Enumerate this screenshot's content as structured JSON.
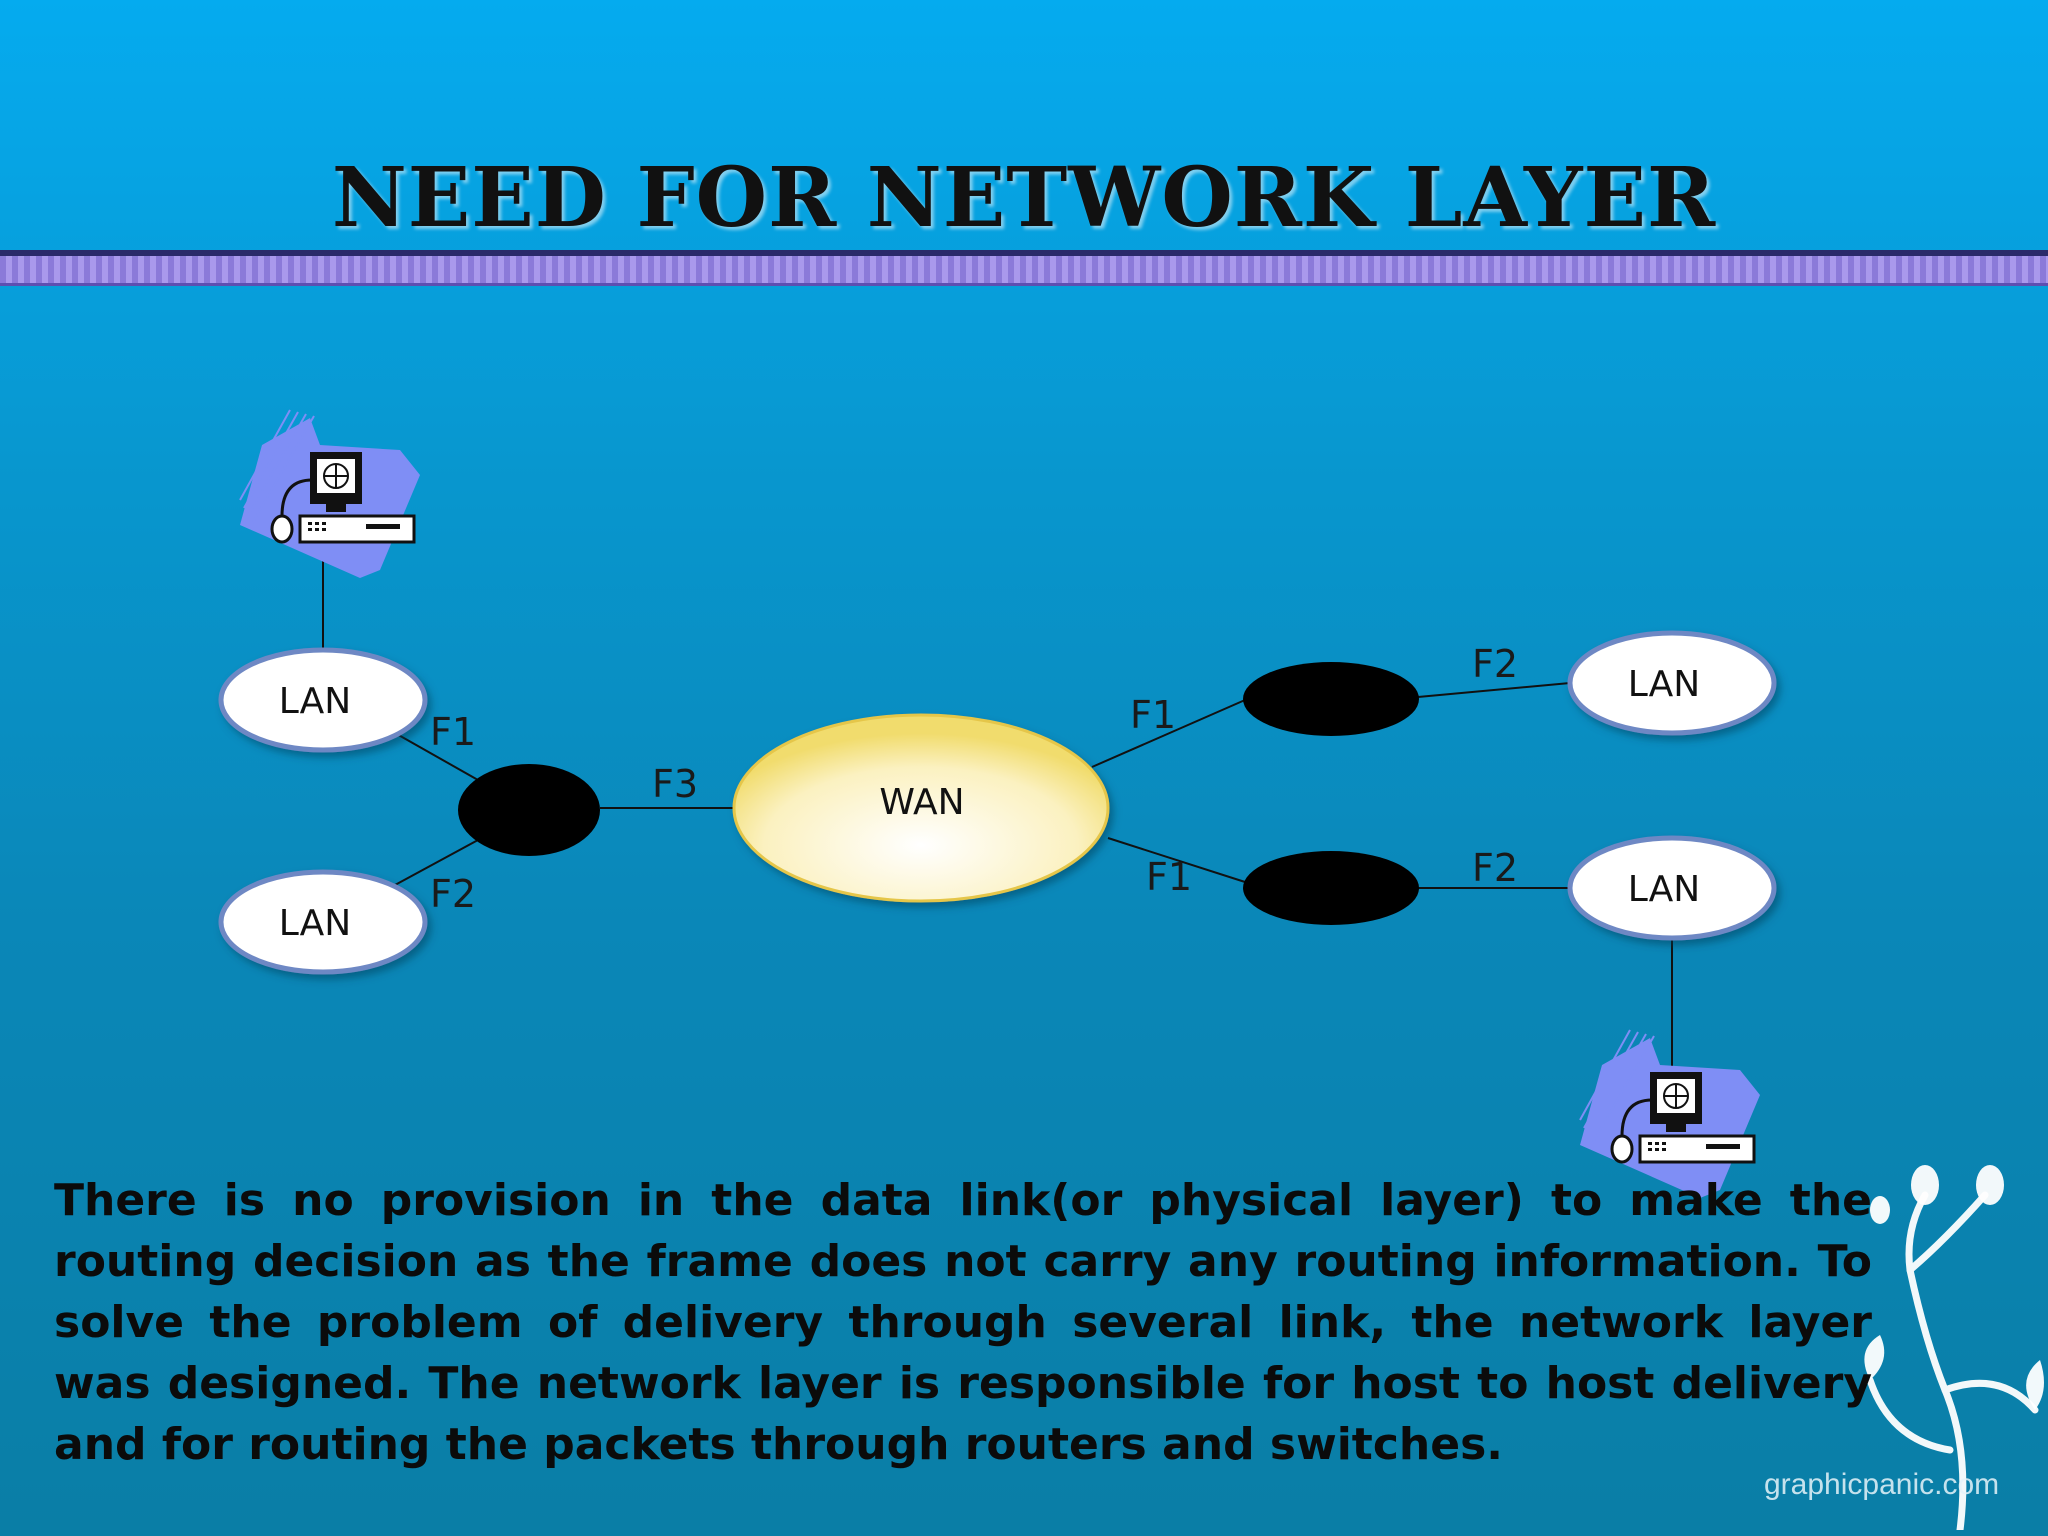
{
  "title": "NEED FOR NETWORK LAYER",
  "diagram": {
    "wan_label": "WAN",
    "lan_top_left": "LAN",
    "lan_bottom_left": "LAN",
    "lan_top_right": "LAN",
    "lan_bottom_right": "LAN",
    "link_f1_left": "F1",
    "link_f2_left": "F2",
    "link_f3": "F3",
    "link_f1_right_top": "F1",
    "link_f2_right_top": "F2",
    "link_f1_right_bottom": "F1",
    "link_f2_right_bottom": "F2"
  },
  "description": "There is no provision in the data link(or physical layer) to make the routing decision as the frame does not carry any routing information. To solve the problem of delivery through several link, the network layer was designed. The network layer is responsible for host to host delivery and for routing the packets through routers and switches.",
  "watermark": "graphicpanic.com",
  "colors": {
    "background": "#0897cf",
    "wan_fill": "#fdf3b0",
    "router_fill": "#000000",
    "lan_fill": "#ffffff"
  }
}
